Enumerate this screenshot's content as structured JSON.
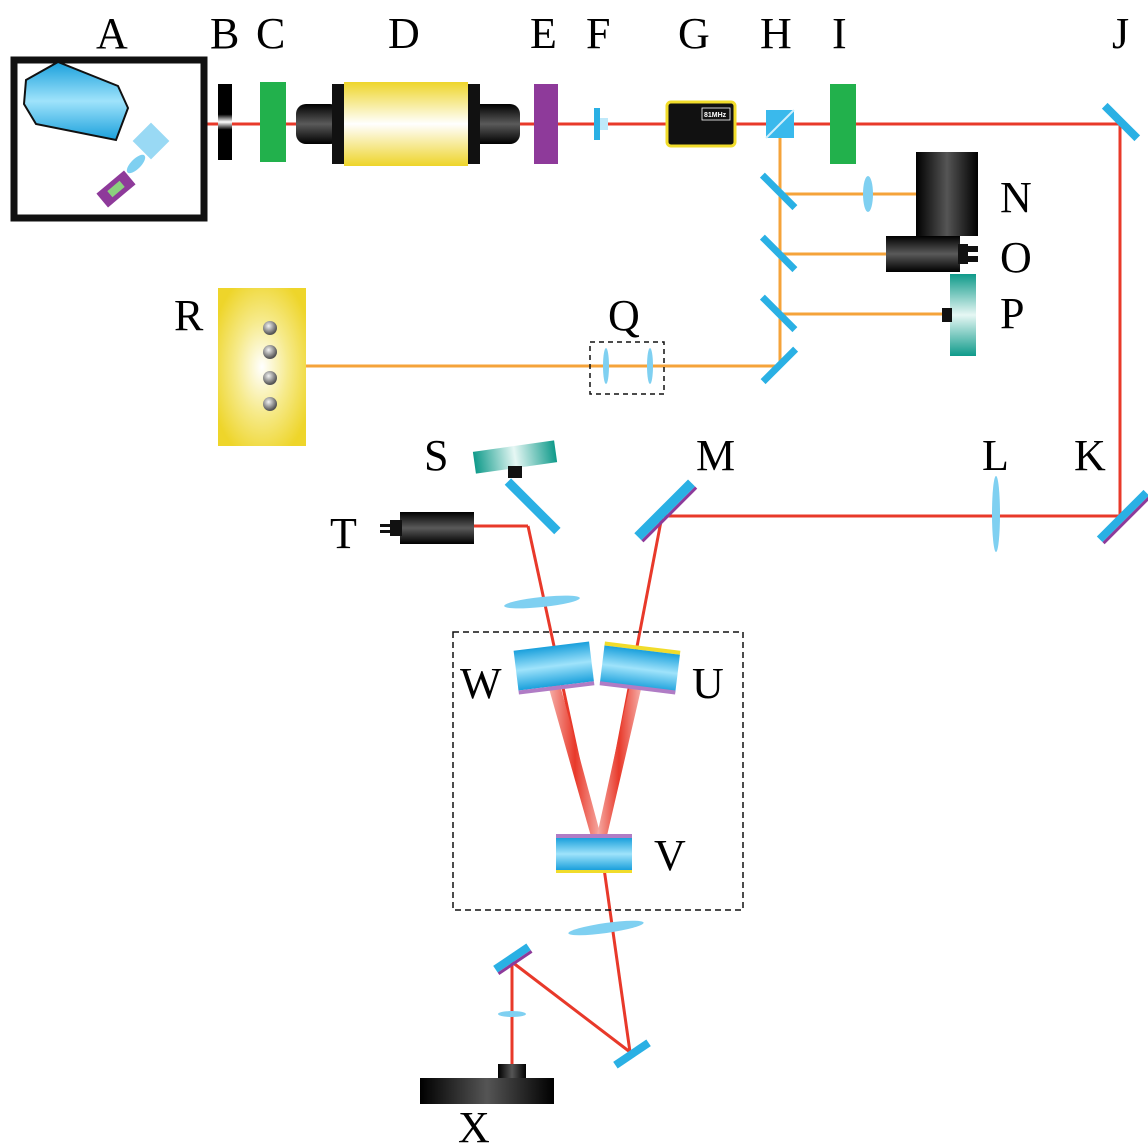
{
  "labels": {
    "A": "A",
    "B": "B",
    "C": "C",
    "D": "D",
    "E": "E",
    "F": "F",
    "G": "G",
    "H": "H",
    "I": "I",
    "J": "J",
    "K": "K",
    "L": "L",
    "M": "M",
    "N": "N",
    "O": "O",
    "P": "P",
    "Q": "Q",
    "R": "R",
    "S": "S",
    "T": "T",
    "U": "U",
    "V": "V",
    "W": "W",
    "X": "X"
  },
  "modulator_tag": "81MHz",
  "colors": {
    "red_beam": "#e8392a",
    "orange_beam": "#f5a33a",
    "optic_blue": "#2ab0e4",
    "green": "#22b14c",
    "purple": "#8e3a9a",
    "yellow": "#f1dc2b",
    "teal": "#16a89a",
    "black": "#111111"
  }
}
